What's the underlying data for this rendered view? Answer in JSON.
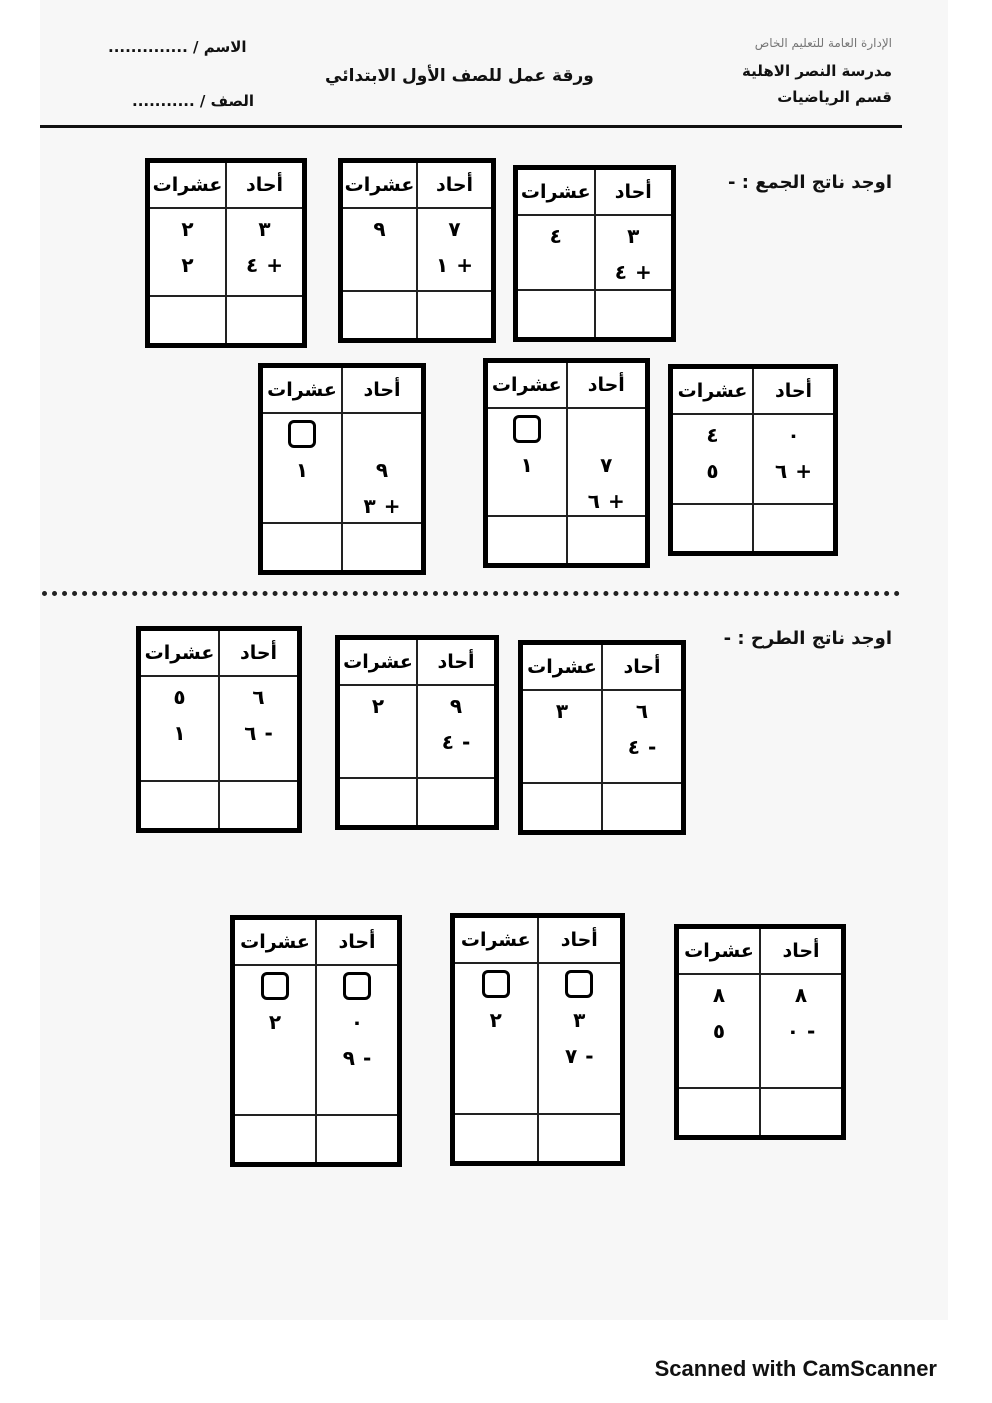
{
  "header": {
    "ministry": "الإدارة العامة للتعليم الخاص",
    "school": "مدرسة النصر الاهلية",
    "department": "قسم الرياضيات",
    "title": "ورقة عمل للصف الأول الابتدائي",
    "name_label": "الاسم / ..............",
    "class_label": "الصف / ..........."
  },
  "labels": {
    "ones": "أحاد",
    "tens": "عشرات"
  },
  "addition": {
    "instruction": "اوجد ناتج الجمع : -",
    "tables": [
      {
        "tens": [
          "٤",
          ""
        ],
        "ones": [
          "٣",
          "٤"
        ],
        "op": "+",
        "boxes": 0
      },
      {
        "tens": [
          "٩",
          ""
        ],
        "ones": [
          "٧",
          "١"
        ],
        "op": "+",
        "boxes": 0
      },
      {
        "tens": [
          "٢",
          "٢"
        ],
        "ones": [
          "٣",
          "٤"
        ],
        "op": "+",
        "boxes": 0
      },
      {
        "tens": [
          "٤",
          "٥"
        ],
        "ones": [
          "٠",
          "٦"
        ],
        "op": "+",
        "boxes": 0
      },
      {
        "tens": [
          "١",
          ""
        ],
        "ones": [
          "٧",
          "٦"
        ],
        "op": "+",
        "boxes": 1
      },
      {
        "tens": [
          "١",
          ""
        ],
        "ones": [
          "٩",
          "٣"
        ],
        "op": "+",
        "boxes": 1
      }
    ]
  },
  "subtraction": {
    "instruction": "اوجد ناتج الطرح : -",
    "tables": [
      {
        "tens": [
          "٣",
          ""
        ],
        "ones": [
          "٦",
          "٤"
        ],
        "op": "-",
        "boxes": 0
      },
      {
        "tens": [
          "٢",
          ""
        ],
        "ones": [
          "٩",
          "٤"
        ],
        "op": "-",
        "boxes": 0
      },
      {
        "tens": [
          "٥",
          "١"
        ],
        "ones": [
          "٦",
          "٦"
        ],
        "op": "-",
        "boxes": 0
      },
      {
        "tens": [
          "٨",
          "٥"
        ],
        "ones": [
          "٨",
          "٠"
        ],
        "op": "-",
        "boxes": 0
      },
      {
        "tens": [
          "٢",
          ""
        ],
        "ones": [
          "٣",
          "٧"
        ],
        "op": "-",
        "boxes": 2
      },
      {
        "tens": [
          "٢",
          ""
        ],
        "ones": [
          "٠",
          "٩"
        ],
        "op": "-",
        "boxes": 2
      }
    ]
  },
  "footer": "Scanned with CamScanner"
}
